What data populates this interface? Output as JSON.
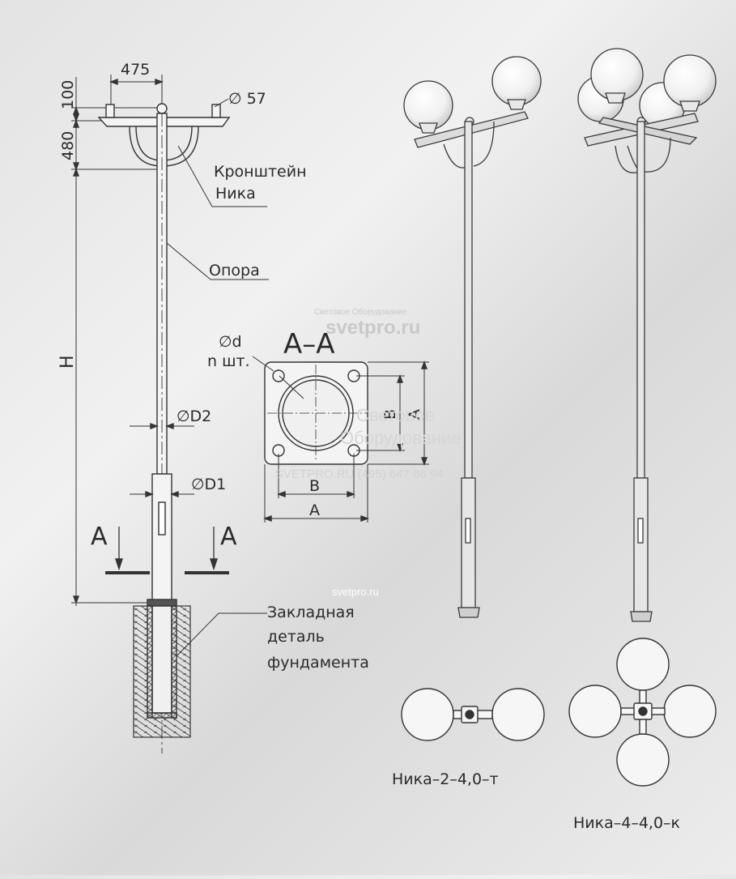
{
  "dimensions": {
    "d475": "475",
    "d100": "100",
    "d480": "480",
    "d57": "∅ 57",
    "H": "H",
    "D2": "∅D2",
    "D1": "∅D1"
  },
  "labels": {
    "bracket_line1": "Кронштейн",
    "bracket_line2": "Ника",
    "pole": "Опора",
    "foundation_line1": "Закладная",
    "foundation_line2": "деталь",
    "foundation_line3": "фундамента",
    "section_marker": "А",
    "section_title": "А–А"
  },
  "section_view": {
    "hole_line1": "∅d",
    "hole_line2": "n шт.",
    "dim_A": "A",
    "dim_B": "B"
  },
  "variants": {
    "two_arm": "Ника–2–4,0–т",
    "four_arm": "Ника–4–4,0–к"
  },
  "watermarks": {
    "wm1_small": "Световое Оборудование",
    "wm1_big": "svetpro.ru",
    "wm2_line1": "Световое",
    "wm2_line2": "Оборудование",
    "wm2_line3": "SVETPRO.RU   (495) 647 86 94",
    "wm3": "svetpro.ru"
  }
}
